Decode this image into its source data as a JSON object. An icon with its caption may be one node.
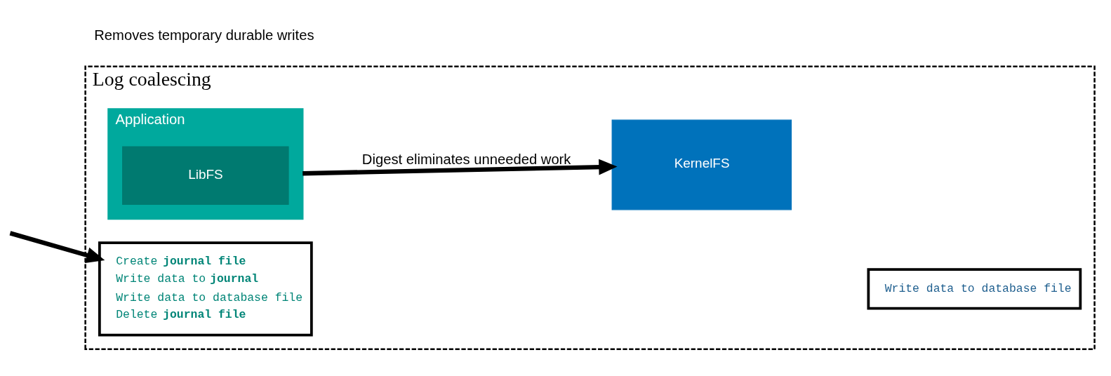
{
  "diagram": {
    "nodes": [
      {
        "text": [
          "Log coalescing"
        ]
      },
      {
        "text": [
          "Application"
        ],
        "in": 0
      },
      {
        "text": [
          "LibFS"
        ],
        "in": 1
      },
      {
        "text": [
          "KernelFS"
        ],
        "in": 0
      },
      {
        "text": [
          "Create **journal file**",
          "Write data to **journal**",
          "Write data to database file",
          "Delete **journal file**"
        ],
        "in": 0
      },
      {
        "text": [
          "Write data to database file"
        ],
        "in": 0
      }
    ],
    "edges": [
      {
        "from": 1,
        "to": 3,
        "arrow": "to",
        "label": "Digest eliminates unneeded work"
      },
      {
        "from": null,
        "to": 4,
        "arrow": "to"
      }
    ],
    "labels": [
      "Removes temporary durable writes"
    ]
  }
}
